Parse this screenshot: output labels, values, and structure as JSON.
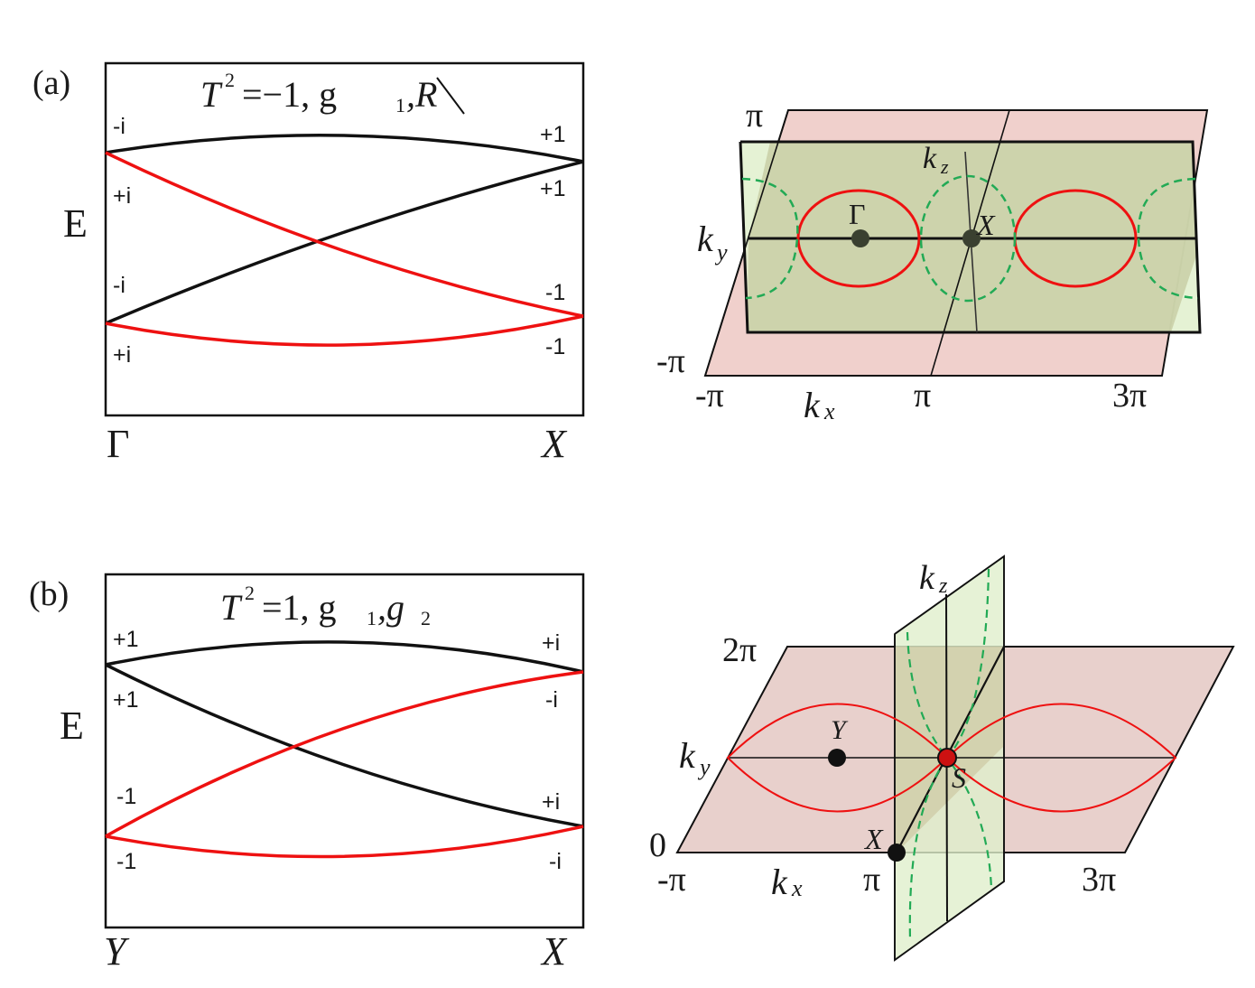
{
  "panel_a": {
    "label": "(a)",
    "title": {
      "lhs": "T",
      "exp": "2",
      "rest": "=−1, g",
      "sub": "1",
      "tail": ",R"
    },
    "energy_label": "E",
    "band_labels_left": [
      "-i",
      "+i",
      "-i",
      "+i"
    ],
    "band_labels_right": [
      "+1",
      "+1",
      "-1",
      "-1"
    ],
    "x_start": "Γ",
    "x_end": "X",
    "bz": {
      "ky_top": "π",
      "ky_bottom": "-π",
      "kz": "k",
      "kz_sub": "z",
      "ky": "k",
      "ky_sub": "y",
      "kx": "k",
      "kx_sub": "x",
      "kx_ticks": [
        "-π",
        "π",
        "3π"
      ],
      "point_gamma": "Γ",
      "point_x": "X"
    }
  },
  "panel_b": {
    "label": "(b)",
    "title": {
      "lhs": "T",
      "exp": "2",
      "rest": "=1, g",
      "sub1": "1",
      "mid": ",g",
      "sub2": "2"
    },
    "energy_label": "E",
    "band_labels_left": [
      "+1",
      "+1",
      "-1",
      "-1"
    ],
    "band_labels_right": [
      "+i",
      "-i",
      "+i",
      "-i"
    ],
    "x_start": "Y",
    "x_end": "X",
    "bz": {
      "ky_top": "2π",
      "ky_bottom": "0",
      "kz": "k",
      "kz_sub": "z",
      "ky": "k",
      "ky_sub": "y",
      "kx": "k",
      "kx_sub": "x",
      "kx_ticks": [
        "-π",
        "π",
        "3π"
      ],
      "point_y": "Y",
      "point_s": "S",
      "point_x": "X"
    }
  },
  "colors": {
    "band_black": "#111111",
    "band_red": "#ee1111",
    "plane_pink": "#f0d0cc",
    "plane_green": "#e0f0cc",
    "plane_overlap": "#c9cfa6",
    "dashed_green": "#22aa55"
  }
}
